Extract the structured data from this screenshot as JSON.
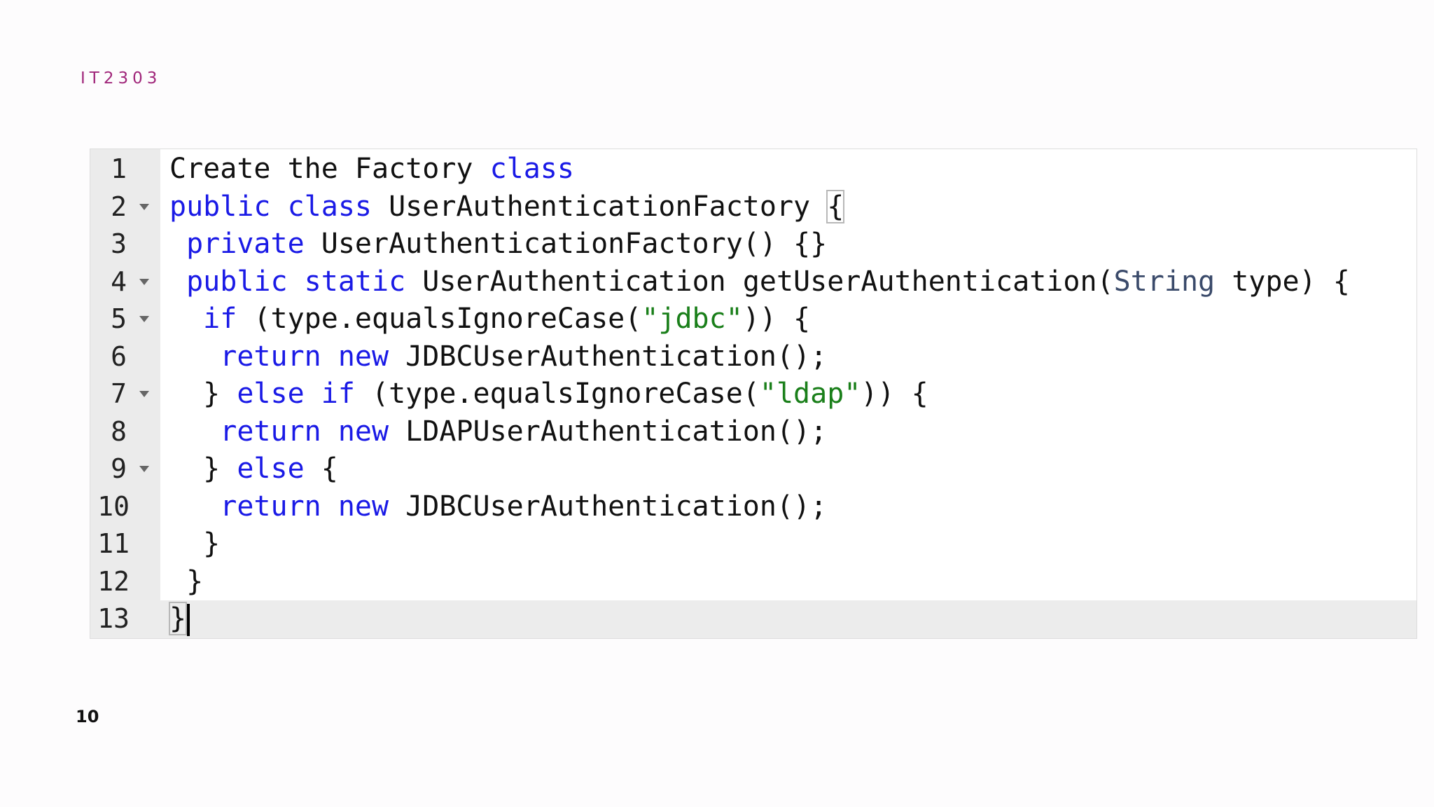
{
  "slide": {
    "course_code": "IT2303",
    "page_number": "10"
  },
  "editor": {
    "lines": [
      {
        "number": "1",
        "foldable": false,
        "tokens": [
          {
            "t": "Create the Factory ",
            "c": "plain"
          },
          {
            "t": "class",
            "c": "kw"
          }
        ]
      },
      {
        "number": "2",
        "foldable": true,
        "tokens": [
          {
            "t": "public class",
            "c": "kw"
          },
          {
            "t": " UserAuthenticationFactory ",
            "c": "plain"
          },
          {
            "t": "{",
            "c": "bracket"
          }
        ]
      },
      {
        "number": "3",
        "foldable": false,
        "tokens": [
          {
            "t": " ",
            "c": "plain"
          },
          {
            "t": "private",
            "c": "kw"
          },
          {
            "t": " UserAuthenticationFactory() {}",
            "c": "plain"
          }
        ]
      },
      {
        "number": "4",
        "foldable": true,
        "tokens": [
          {
            "t": " ",
            "c": "plain"
          },
          {
            "t": "public static",
            "c": "kw"
          },
          {
            "t": " UserAuthentication getUserAuthentication(",
            "c": "plain"
          },
          {
            "t": "String",
            "c": "typ"
          },
          {
            "t": " type) {",
            "c": "plain"
          }
        ]
      },
      {
        "number": "5",
        "foldable": true,
        "tokens": [
          {
            "t": "  ",
            "c": "plain"
          },
          {
            "t": "if",
            "c": "kw"
          },
          {
            "t": " (type.equalsIgnoreCase(",
            "c": "plain"
          },
          {
            "t": "\"jdbc\"",
            "c": "str"
          },
          {
            "t": ")) {",
            "c": "plain"
          }
        ]
      },
      {
        "number": "6",
        "foldable": false,
        "tokens": [
          {
            "t": "   ",
            "c": "plain"
          },
          {
            "t": "return new",
            "c": "kw"
          },
          {
            "t": " JDBCUserAuthentication();",
            "c": "plain"
          }
        ]
      },
      {
        "number": "7",
        "foldable": true,
        "tokens": [
          {
            "t": "  } ",
            "c": "plain"
          },
          {
            "t": "else if",
            "c": "kw"
          },
          {
            "t": " (type.equalsIgnoreCase(",
            "c": "plain"
          },
          {
            "t": "\"ldap\"",
            "c": "str"
          },
          {
            "t": ")) {",
            "c": "plain"
          }
        ]
      },
      {
        "number": "8",
        "foldable": false,
        "tokens": [
          {
            "t": "   ",
            "c": "plain"
          },
          {
            "t": "return new",
            "c": "kw"
          },
          {
            "t": " LDAPUserAuthentication();",
            "c": "plain"
          }
        ]
      },
      {
        "number": "9",
        "foldable": true,
        "tokens": [
          {
            "t": "  } ",
            "c": "plain"
          },
          {
            "t": "else",
            "c": "kw"
          },
          {
            "t": " {",
            "c": "plain"
          }
        ]
      },
      {
        "number": "10",
        "foldable": false,
        "tokens": [
          {
            "t": "   ",
            "c": "plain"
          },
          {
            "t": "return new",
            "c": "kw"
          },
          {
            "t": " JDBCUserAuthentication();",
            "c": "plain"
          }
        ]
      },
      {
        "number": "11",
        "foldable": false,
        "tokens": [
          {
            "t": "  }",
            "c": "plain"
          }
        ]
      },
      {
        "number": "12",
        "foldable": false,
        "tokens": [
          {
            "t": " }",
            "c": "plain"
          }
        ]
      },
      {
        "number": "13",
        "foldable": false,
        "active": true,
        "caret": true,
        "tokens": [
          {
            "t": "}",
            "c": "bracket"
          }
        ]
      }
    ],
    "colors": {
      "keyword": "#1a1ae6",
      "string": "#1a7f1a",
      "type": "#3a4a6a",
      "text": "#111111",
      "course_code": "#a0267a"
    }
  }
}
